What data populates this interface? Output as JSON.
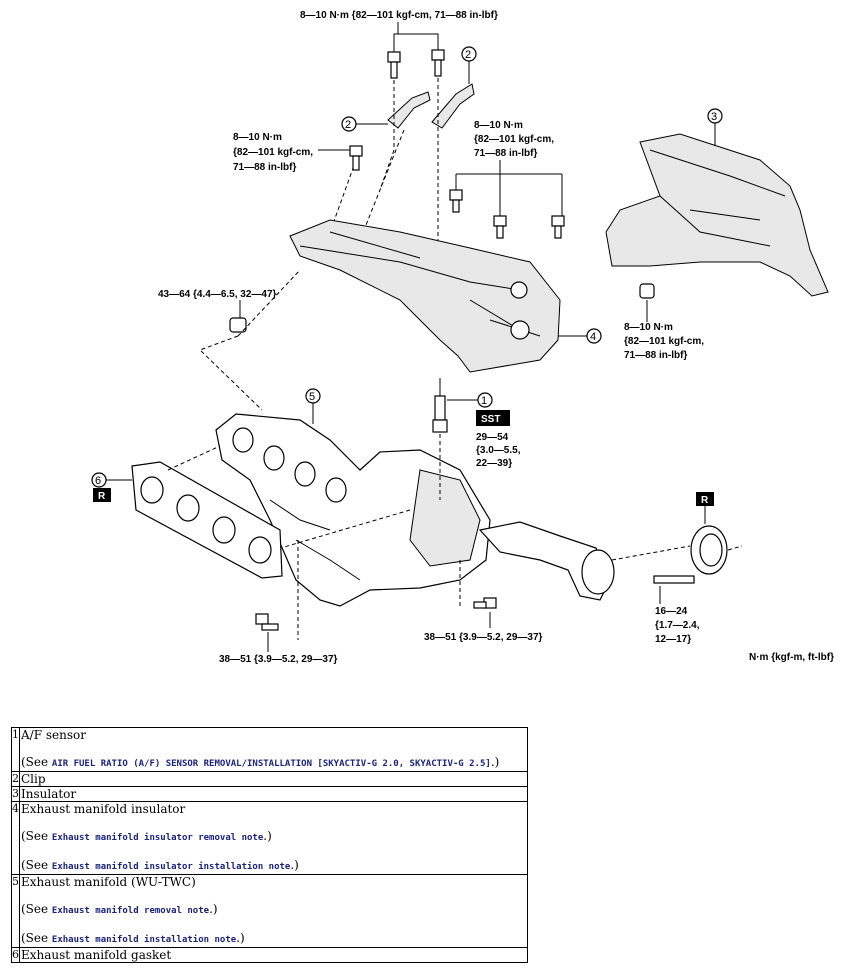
{
  "torques": {
    "t_top": "8—10 N·m {82—101 kgf-cm, 71—88 in-lbf}",
    "t_left_1": "8—10 N·m",
    "t_left_2": "{82—101 kgf-cm,",
    "t_left_3": "71—88 in-lbf}",
    "t_mid_1": "8—10 N·m",
    "t_mid_2": "{82—101 kgf-cm,",
    "t_mid_3": "71—88 in-lbf}",
    "t_nut": "43—64 {4.4—6.5, 32—47}",
    "t_right_1": "8—10 N·m",
    "t_right_2": "{82—101 kgf-cm,",
    "t_right_3": "71—88 in-lbf}",
    "t_sensor_1": "29—54",
    "t_sensor_2": "{3.0—5.5,",
    "t_sensor_3": "22—39}",
    "t_stud_1": "16—24",
    "t_stud_2": "{1.7—2.4,",
    "t_stud_3": "12—17}",
    "t_bot_left": "38—51 {3.9—5.2, 29—37}",
    "t_bot_mid": "38—51 {3.9—5.2, 29—37}",
    "units": "N·m {kgf-m, ft-lbf}"
  },
  "badges": {
    "sst": "SST",
    "replace": "R"
  },
  "callouts": [
    "1",
    "2",
    "3",
    "4",
    "5",
    "6"
  ],
  "legend": [
    {
      "num": "1",
      "name": "A/F sensor",
      "refs": [
        {
          "pre": "(See ",
          "link": "AIR FUEL RATIO (A/F) SENSOR REMOVAL/INSTALLATION [SKYACTIV-G 2.0, SKYACTIV-G 2.5]",
          "post": ".)"
        }
      ]
    },
    {
      "num": "2",
      "name": "Clip",
      "refs": []
    },
    {
      "num": "3",
      "name": "Insulator",
      "refs": []
    },
    {
      "num": "4",
      "name": "Exhaust manifold insulator",
      "refs": [
        {
          "pre": "(See ",
          "link": "Exhaust manifold insulator removal note",
          "post": ".)"
        },
        {
          "pre": "(See ",
          "link": "Exhaust manifold insulator installation note",
          "post": ".)"
        }
      ]
    },
    {
      "num": "5",
      "name": "Exhaust manifold (WU-TWC)",
      "refs": [
        {
          "pre": "(See ",
          "link": "Exhaust manifold removal note",
          "post": ".)"
        },
        {
          "pre": "(See ",
          "link": "Exhaust manifold installation note",
          "post": ".)"
        }
      ]
    },
    {
      "num": "6",
      "name": "Exhaust manifold gasket",
      "refs": []
    }
  ],
  "colors": {
    "link": "#1a237e",
    "line": "#000000",
    "badge_bg": "#000000"
  }
}
